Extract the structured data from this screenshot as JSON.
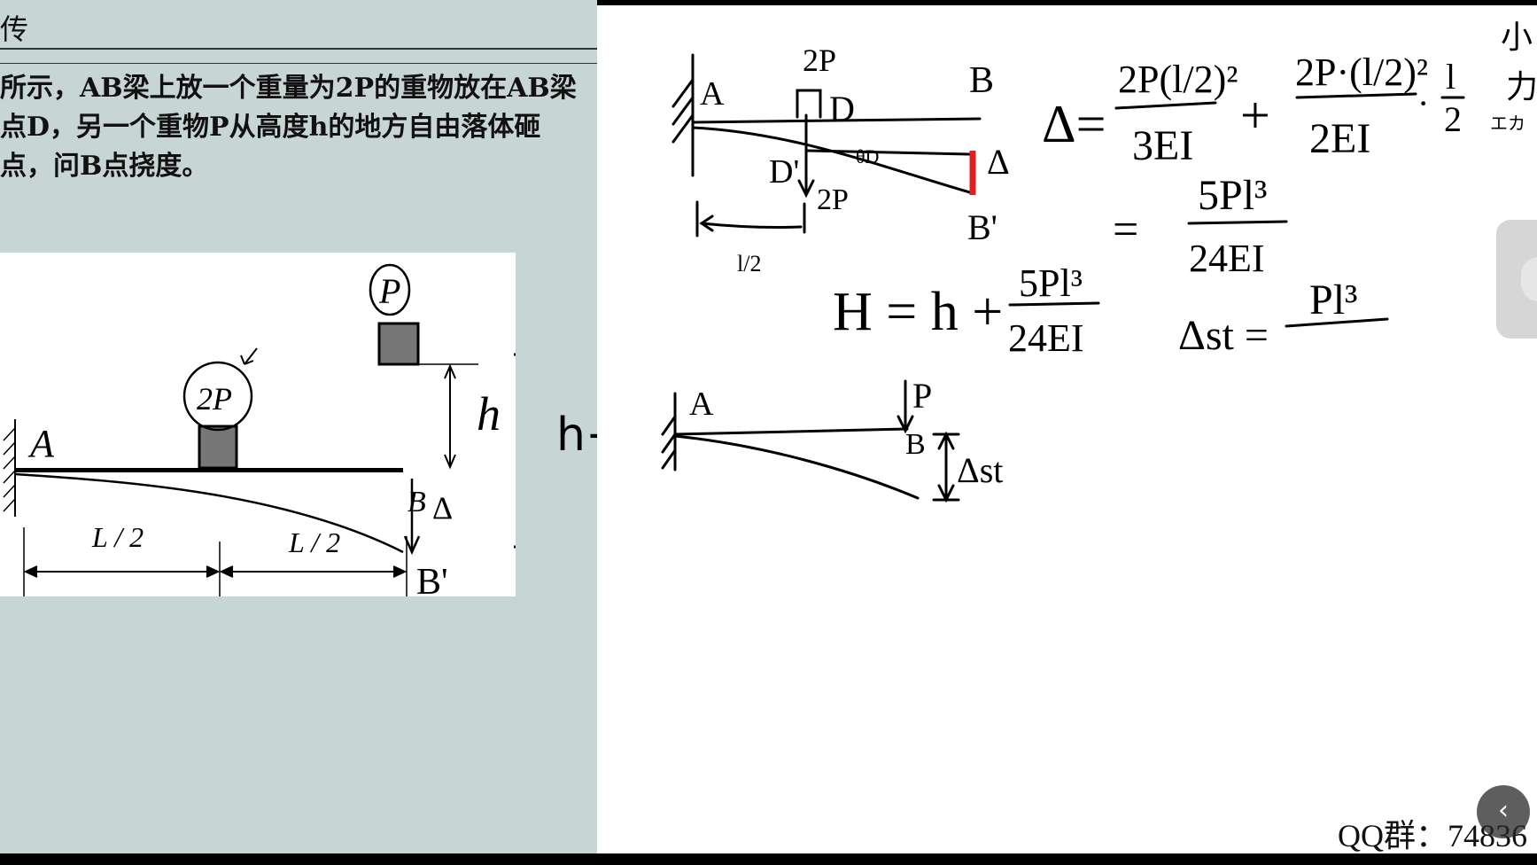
{
  "left_panel": {
    "section_title": "传",
    "problem_lines": [
      "所示，AB梁上放一个重量为2P的重物放在AB梁",
      "点D，另一个重物P从高度h的地方自由落体砸",
      "点，问B点挠度。"
    ]
  },
  "figure": {
    "label_A": "A",
    "label_2P": "2P",
    "label_P": "P",
    "label_h": "h",
    "label_L2_left": "L / 2",
    "label_L2_right": "L / 2",
    "label_B": "B",
    "label_Bprime": "B'",
    "label_delta": "Δ",
    "label_h_plus_delta": "h+Δ"
  },
  "whiteboard": {
    "sketch1": {
      "label_A": "A",
      "label_2P_top": "2P",
      "label_D": "D",
      "label_B": "B",
      "label_delta": "Δ",
      "label_Dprime": "D'",
      "label_2P_bottom": "2P",
      "label_theta": "θD",
      "label_Bprime": "B'",
      "label_half_L": "l/2"
    },
    "delta_eq_lhs": "Δ=",
    "frac1_num": "2P(l/2)²",
    "frac1_den": "3EI",
    "plus": "+",
    "frac2_num": "2P·(l/2)²",
    "frac2_den": "2EI",
    "dot": "·",
    "frac3_num": "l",
    "frac3_den": "2",
    "equals": "=",
    "frac4_num": "5Pl³",
    "frac4_den": "24EI",
    "cut_text_1": "小",
    "cut_text_2": "力",
    "cut_text_3": "エカ",
    "H_lhs": "H = h +",
    "fracH_num": "5Pl³",
    "fracH_den": "24EI",
    "dst_lhs": "Δst =",
    "fracDst_num": "Pl³",
    "sketch2": {
      "label_A": "A",
      "label_P": "P",
      "label_B": "B",
      "label_dst": "Δst"
    }
  },
  "overlay": {
    "qq_text": "QQ群：74836",
    "back_icon": "‹"
  }
}
